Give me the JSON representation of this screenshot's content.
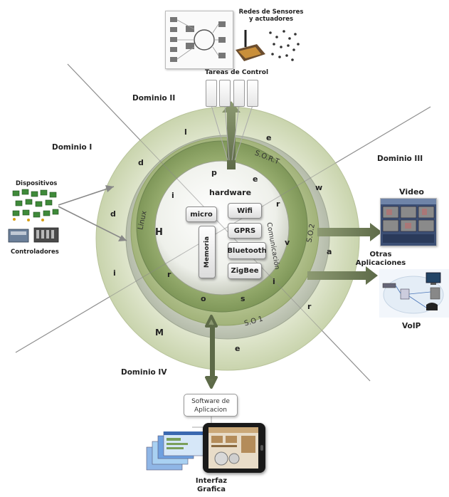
{
  "top": {
    "sensors_title_line1": "Redes de Sensores",
    "sensors_title_line2": "y actuadores",
    "tasks_label": "Tareas de Control"
  },
  "domains": {
    "d1": "Dominio I",
    "d2": "Dominio II",
    "d3": "Dominio III",
    "d4": "Dominio IV"
  },
  "left": {
    "devices": "Dispositivos",
    "controllers": "Controladores"
  },
  "right": {
    "video": "Video",
    "other_line1": "Otras",
    "other_line2": "Aplicaciones",
    "voip": "VoIP"
  },
  "bottom": {
    "software_line1": "Software de",
    "software_line2": "Aplicacion",
    "gui_line1": "Interfaz",
    "gui_line2": "Grafica"
  },
  "rings": {
    "sort": "S.O.R.T",
    "so2": "S.O.2",
    "so1": "S.O 1",
    "linux": "Linux",
    "comunicacion": "Comunicación",
    "hardware": "hardware"
  },
  "core": {
    "micro": "micro",
    "memoria": "Memoria",
    "wifi": "Wifi",
    "gprs": "GPRS",
    "bluetooth": "Bluetooth",
    "zigbee": "ZigBee"
  },
  "letters": {
    "outer_l": "l",
    "outer_e_top": "e",
    "outer_d1": "d",
    "outer_d2": "d",
    "outer_i": "i",
    "outer_M": "M",
    "outer_e_bot": "e",
    "outer_w": "w",
    "outer_a": "a",
    "outer_r": "r",
    "mid_p": "p",
    "mid_e": "e",
    "mid_r": "r",
    "mid_i": "i",
    "mid_v": "v",
    "mid_i2": "i",
    "mid_H": "H",
    "mid_r2": "r",
    "mid_o": "o",
    "mid_s": "s"
  }
}
